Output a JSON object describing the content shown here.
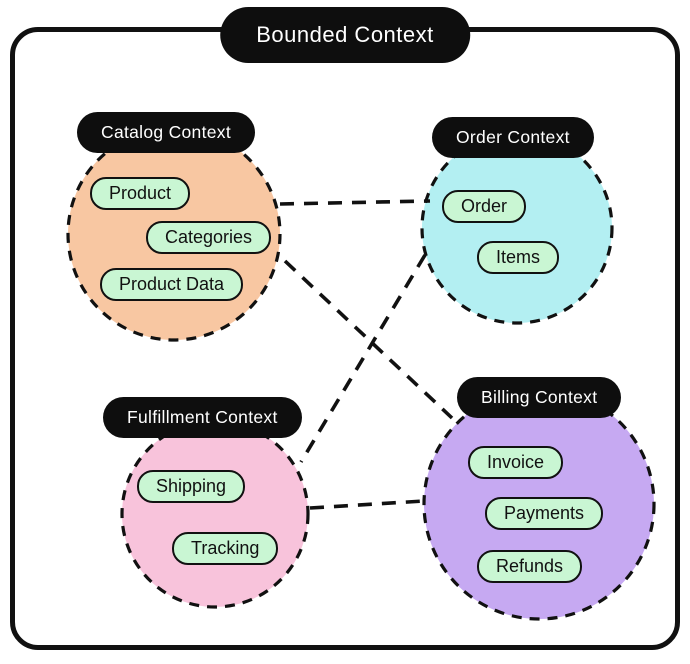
{
  "title": "Bounded Context",
  "colors": {
    "outline": "#111111",
    "entity_fill": "#C9F6D3",
    "label_bg": "#0E0E0E",
    "label_text": "#FFFFFF",
    "catalog_fill": "#F8C7A2",
    "order_fill": "#B3EFF2",
    "fulfillment_fill": "#F8C3DB",
    "billing_fill": "#C6A9F2"
  },
  "contexts": [
    {
      "label": "Catalog Context",
      "color": "#F8C7A2",
      "entities": [
        "Product",
        "Categories",
        "Product Data"
      ]
    },
    {
      "label": "Order Context",
      "color": "#B3EFF2",
      "entities": [
        "Order",
        "Items"
      ]
    },
    {
      "label": "Fulfillment Context",
      "color": "#F8C3DB",
      "entities": [
        "Shipping",
        "Tracking"
      ]
    },
    {
      "label": "Billing Context",
      "color": "#C6A9F2",
      "entities": [
        "Invoice",
        "Payments",
        "Refunds"
      ]
    }
  ],
  "connections": [
    {
      "from": "Catalog Context",
      "to": "Order Context"
    },
    {
      "from": "Catalog Context",
      "to": "Billing Context"
    },
    {
      "from": "Order Context",
      "to": "Fulfillment Context"
    },
    {
      "from": "Fulfillment Context",
      "to": "Billing Context"
    }
  ]
}
